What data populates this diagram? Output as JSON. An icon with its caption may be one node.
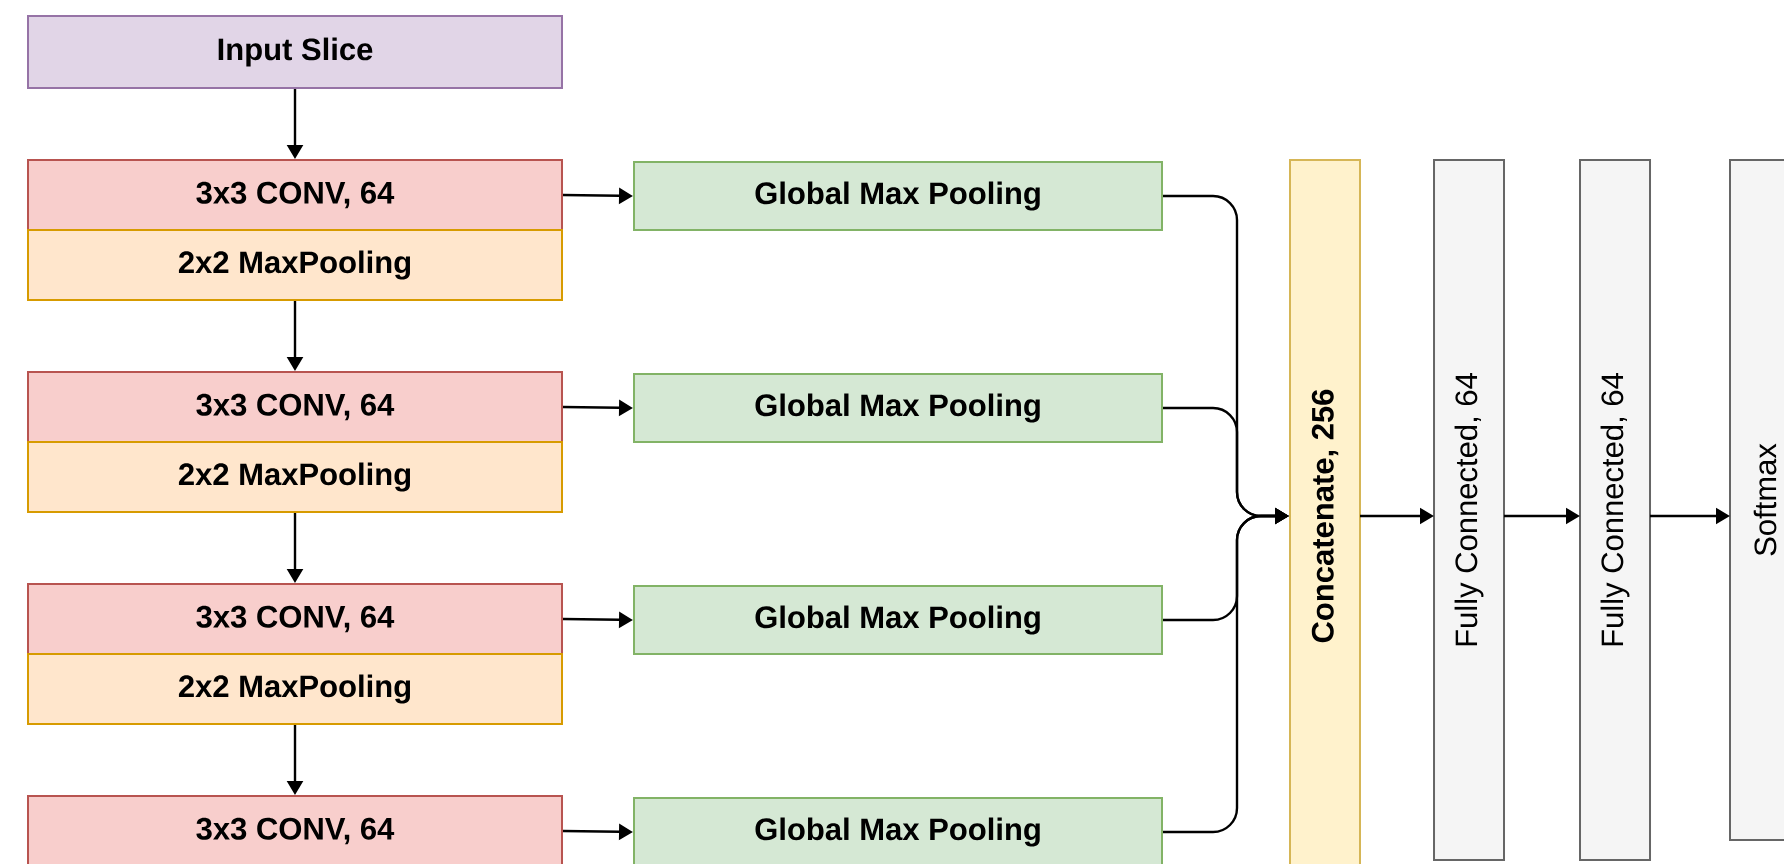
{
  "diagram": {
    "nodes": [
      {
        "text": [
          "Input Slice"
        ]
      },
      {
        "text": [
          "3x3 CONV, 64"
        ]
      },
      {
        "text": [
          "2x2 MaxPooling"
        ]
      },
      {
        "text": [
          "Global Max Pooling"
        ]
      },
      {
        "text": [
          "3x3 CONV, 64"
        ]
      },
      {
        "text": [
          "2x2 MaxPooling"
        ]
      },
      {
        "text": [
          "Global Max Pooling"
        ]
      },
      {
        "text": [
          "3x3 CONV, 64"
        ]
      },
      {
        "text": [
          "2x2 MaxPooling"
        ]
      },
      {
        "text": [
          "Global Max Pooling"
        ]
      },
      {
        "text": [
          "3x3 CONV, 64"
        ]
      },
      {
        "text": [
          "Global Max Pooling"
        ]
      },
      {
        "text": [
          "Concatenate, 256"
        ]
      },
      {
        "text": [
          "Fully Connected, 64"
        ]
      },
      {
        "text": [
          "Fully Connected, 64"
        ]
      },
      {
        "text": [
          "Softmax"
        ]
      }
    ],
    "edges": [
      {
        "from": 0,
        "to": 1,
        "arrow": "to"
      },
      {
        "from": 1,
        "to": 3,
        "arrow": "to"
      },
      {
        "from": 2,
        "to": 4,
        "arrow": "to"
      },
      {
        "from": 4,
        "to": 6,
        "arrow": "to"
      },
      {
        "from": 5,
        "to": 7,
        "arrow": "to"
      },
      {
        "from": 7,
        "to": 9,
        "arrow": "to"
      },
      {
        "from": 8,
        "to": 10,
        "arrow": "to"
      },
      {
        "from": 10,
        "to": 11,
        "arrow": "to"
      },
      {
        "from": 3,
        "to": 12,
        "arrow": "to"
      },
      {
        "from": 6,
        "to": 12,
        "arrow": "to"
      },
      {
        "from": 9,
        "to": 12,
        "arrow": "to"
      },
      {
        "from": 11,
        "to": 12,
        "arrow": "to"
      },
      {
        "from": 12,
        "to": 13,
        "arrow": "to"
      },
      {
        "from": 13,
        "to": 14,
        "arrow": "to"
      },
      {
        "from": 14,
        "to": 15,
        "arrow": "to"
      }
    ]
  }
}
